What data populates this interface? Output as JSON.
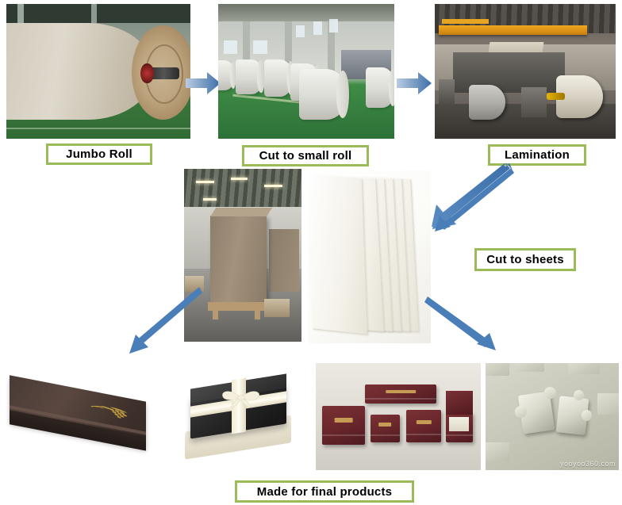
{
  "diagram": {
    "title": "Paper packaging production process flow",
    "accent_green": "#9BBB59",
    "accent_blue": "#4F81BD"
  },
  "steps": [
    {
      "id": "jumbo-roll",
      "label": "Jumbo  Roll",
      "image_alt": "Large jumbo paper roll lying on factory floor with metal shaft"
    },
    {
      "id": "cut-to-small-roll",
      "label": "Cut to small roll",
      "image_alt": "Row of white paper rolls on green factory floor beside slitting machine"
    },
    {
      "id": "lamination",
      "label": "Lamination",
      "image_alt": "Lamination machine line with yellow overhead crane and paper rolls"
    },
    {
      "id": "cut-to-sheets",
      "label": "Cut to sheets",
      "image_alt": "Fanned stack of white cardboard sheets"
    },
    {
      "id": "final-products",
      "label": "Made for final products",
      "image_alt": "Finished paper packaging products"
    }
  ],
  "photos": {
    "jumbo_roll": "Jumbo paper roll in workshop",
    "small_rolls": "Cut small paper rolls on green floor",
    "lamination_line": "Paper lamination production line",
    "carton_pallet": "Brown carton stack on wooden pallet in warehouse",
    "white_sheets": "Fanned white paperboard sheets",
    "wine_box": "Dark brown gift box with gold grape vine print",
    "gift_box": "Black gift box tied with cream satin ribbon bow",
    "jewelry_boxes": "Set of five maroon jewelry boxes with gold logo",
    "puzzle_pieces": "Two interlocking grey jigsaw puzzle pieces"
  },
  "watermark": "yooyoo360.com",
  "arrows": [
    {
      "id": "arrow-jumbo-to-cut",
      "direction": "right",
      "from": "jumbo-roll",
      "to": "cut-to-small-roll"
    },
    {
      "id": "arrow-cut-to-lamination",
      "direction": "right",
      "from": "cut-to-small-roll",
      "to": "lamination"
    },
    {
      "id": "arrow-lamination-to-sheets",
      "direction": "down-left",
      "from": "lamination",
      "to": "cut-to-sheets"
    },
    {
      "id": "arrow-sheets-to-carton",
      "direction": "down-left",
      "from": "cut-to-sheets",
      "to": "final-products"
    },
    {
      "id": "arrow-sheets-to-products",
      "direction": "down-right",
      "from": "cut-to-sheets",
      "to": "final-products"
    }
  ]
}
